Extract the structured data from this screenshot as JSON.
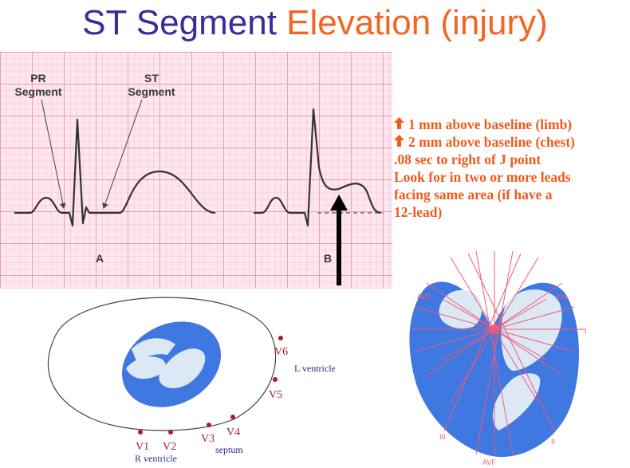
{
  "title": {
    "part1": "ST Segment",
    "part2": "Elevation (injury)"
  },
  "ecg": {
    "pr_label_line1": "PR",
    "pr_label_line2": "Segment",
    "st_label_line1": "ST",
    "st_label_line2": "Segment",
    "panel_a": "A",
    "panel_b": "B"
  },
  "criteria": [
    {
      "text": "1 mm above baseline (limb)",
      "arrow": "up-arrow-icon"
    },
    {
      "text": "2 mm above baseline (chest)",
      "arrow": "up-arrow-icon"
    },
    {
      "text": ".08 sec to right of J point"
    },
    {
      "text": "Look for in two or more leads"
    },
    {
      "text": "facing same area (if have a"
    },
    {
      "text": "12-lead)"
    }
  ],
  "chest_diagram": {
    "leads": [
      "V1",
      "V2",
      "V3",
      "V4",
      "V5",
      "V6"
    ],
    "l_ventricle": "L ventricle",
    "r_ventricle": "R ventricle",
    "septum": "septum"
  },
  "axis_diagram": {
    "labels": {
      "avr": "AVR",
      "avl": "AVL",
      "one": "I",
      "two": "II",
      "three": "III",
      "avf": "AVF"
    }
  },
  "colors": {
    "title_blue": "#3b2c9a",
    "title_orange": "#f26522",
    "note_orange": "#f15a1c",
    "grid_pink": "#f39ab3",
    "grid_bg": "#fde6ee",
    "heart_blue": "#3f78e0",
    "lead_red": "#b01a2a"
  }
}
